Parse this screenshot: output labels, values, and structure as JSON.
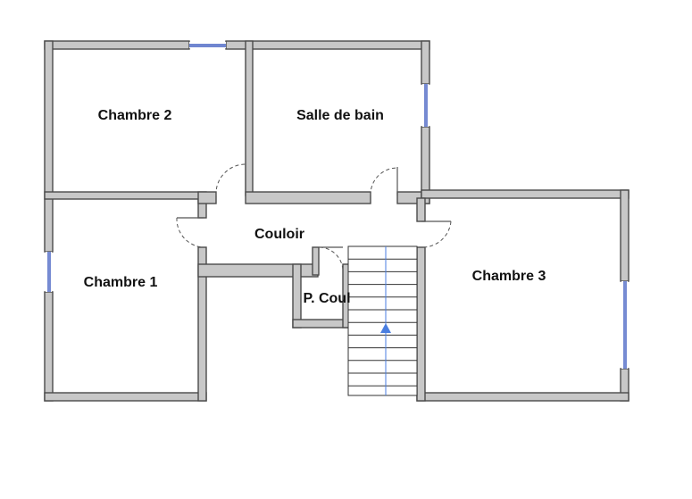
{
  "plan": {
    "colors": {
      "wall": "#c8c8c8",
      "wall_outline": "#4a4a4a",
      "window": "#1a3db5",
      "stair_arrow": "#4a7ee0"
    },
    "rooms": {
      "chambre_2": "Chambre 2",
      "salle_de_bain": "Salle de bain",
      "couloir": "Couloir",
      "chambre_1": "Chambre 1",
      "p_coul": "P. Coul",
      "chambre_3": "Chambre 3"
    },
    "stairs": {
      "direction": "up"
    }
  }
}
